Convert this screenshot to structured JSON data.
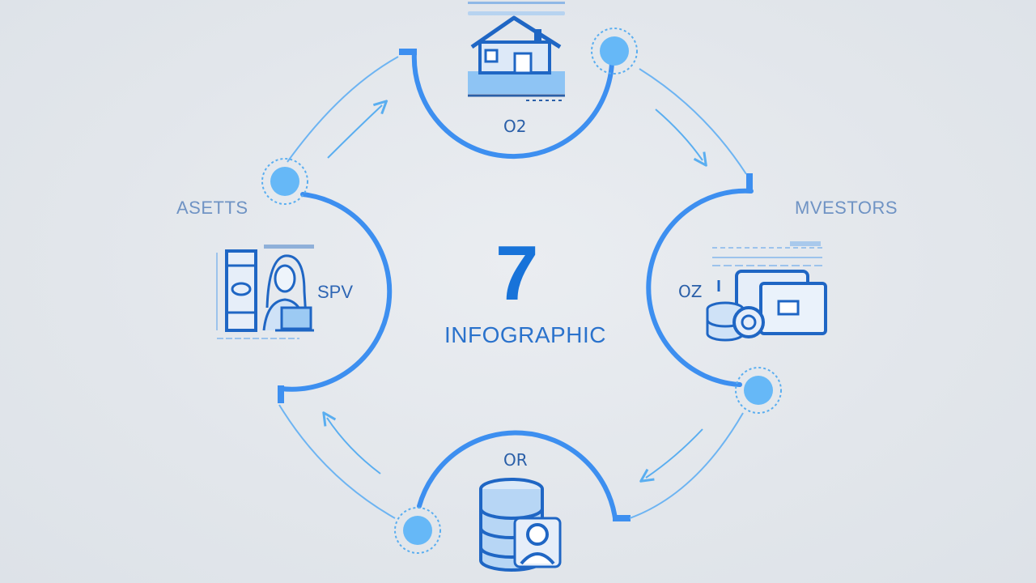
{
  "center": {
    "number": "7",
    "title": "INFOGRAPHIC"
  },
  "labels": {
    "left": "ASETTS",
    "right": "MVESTORS",
    "spv": "SPV"
  },
  "steps": {
    "top": "O2",
    "right": "OZ",
    "bottom": "OR"
  },
  "icons": {
    "top": "house-icon",
    "right": "money-stack-icon",
    "bottom": "database-user-icon",
    "left": "spv-person-laptop-icon"
  },
  "colors": {
    "primary": "#1873d9",
    "light": "#5aaef0",
    "arc": "#3d8ff0",
    "text_light": "#6f93c4",
    "dark_line": "#2a5fa8",
    "background": "#e3e7ec"
  }
}
